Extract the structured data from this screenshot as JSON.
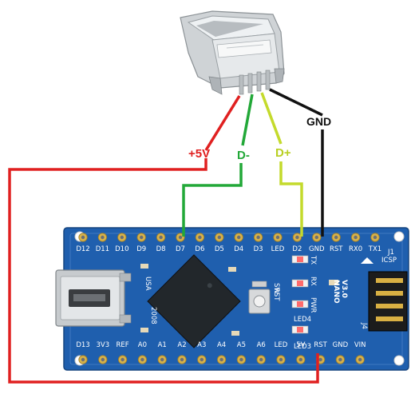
{
  "wires": {
    "vcc": {
      "label": "+5V",
      "color": "#e02020"
    },
    "dminus": {
      "label": "D-",
      "color": "#22a838"
    },
    "dplus": {
      "label": "D+",
      "color": "#c4da2c"
    },
    "gnd": {
      "label": "GND",
      "color": "#111111"
    }
  },
  "board": {
    "color": "#1f5fae",
    "top_pins": [
      "D12",
      "D11",
      "D10",
      "D9",
      "D8",
      "D7",
      "D6",
      "D5",
      "D4",
      "D3",
      "LED",
      "D2",
      "GND",
      "RST",
      "RX0",
      "TX1"
    ],
    "bottom_pins": [
      "D13",
      "3V3",
      "REF",
      "A0",
      "A1",
      "A2",
      "A3",
      "A4",
      "A5",
      "A6",
      "LED",
      "5V",
      "RST",
      "GND",
      "VIN"
    ],
    "led_labels": [
      "TX",
      "RX",
      "PWR",
      "LED4",
      "LED3"
    ],
    "side_labels": {
      "usb": "USA",
      "year": "2008",
      "icsp": "ICSP",
      "rst": "RST",
      "j1": "J1",
      "j4": "J4",
      "sw": "SW"
    },
    "model": {
      "line1": "NANO",
      "line2": "V3.0"
    }
  }
}
